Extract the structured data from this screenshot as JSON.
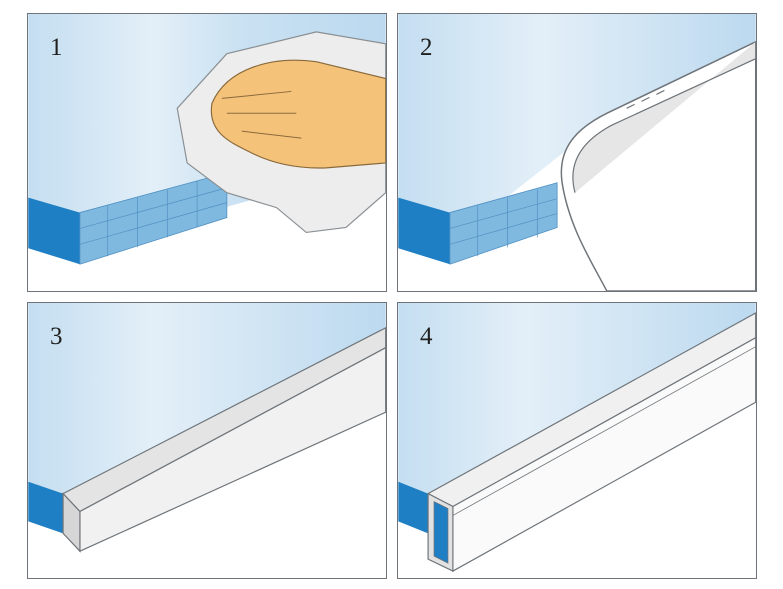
{
  "steps": [
    {
      "number": "1",
      "action": "clean-edge"
    },
    {
      "number": "2",
      "action": "apply-tape"
    },
    {
      "number": "3",
      "action": "tape-applied"
    },
    {
      "number": "4",
      "action": "fit-profile"
    }
  ],
  "colors": {
    "glass_top": "#cfe4f3",
    "glass_light": "#e6f1f9",
    "edge_blue": "#1f7fc4",
    "cells": "#7fb8de",
    "tape": "#e8e8e8",
    "profile": "#f4f4f4",
    "skin": "#f5c27a",
    "cloth": "#eeeeee",
    "outline": "#6e7479"
  }
}
